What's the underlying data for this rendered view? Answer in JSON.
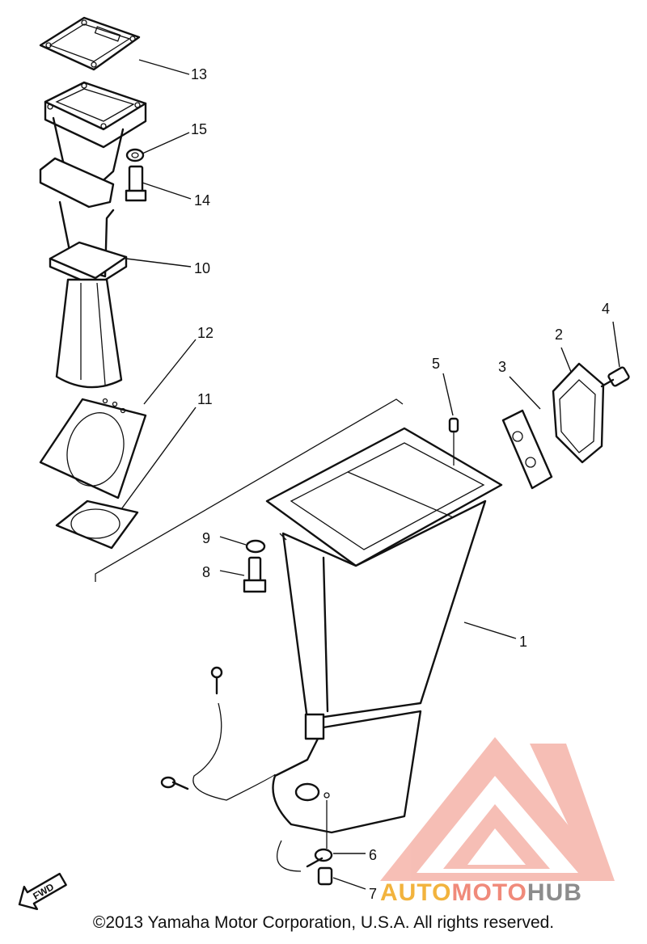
{
  "callouts": [
    {
      "id": "1",
      "label": "1"
    },
    {
      "id": "2",
      "label": "2"
    },
    {
      "id": "3",
      "label": "3"
    },
    {
      "id": "4",
      "label": "4"
    },
    {
      "id": "5",
      "label": "5"
    },
    {
      "id": "6",
      "label": "6"
    },
    {
      "id": "7",
      "label": "7"
    },
    {
      "id": "8",
      "label": "8"
    },
    {
      "id": "9",
      "label": "9"
    },
    {
      "id": "10",
      "label": "10"
    },
    {
      "id": "11",
      "label": "11"
    },
    {
      "id": "12",
      "label": "12"
    },
    {
      "id": "13",
      "label": "13"
    },
    {
      "id": "14",
      "label": "14"
    },
    {
      "id": "15",
      "label": "15"
    }
  ],
  "fwd_badge": "FWD",
  "copyright": "©2013 Yamaha Motor Corporation, U.S.A. All rights reserved.",
  "watermark": {
    "part1": "AUTO",
    "part2": "MOTO",
    "part3": "HUB"
  },
  "colors": {
    "watermark_red": "#f08a7a",
    "watermark_orange": "#f2b33d",
    "watermark_gray": "#8c8c8c"
  }
}
